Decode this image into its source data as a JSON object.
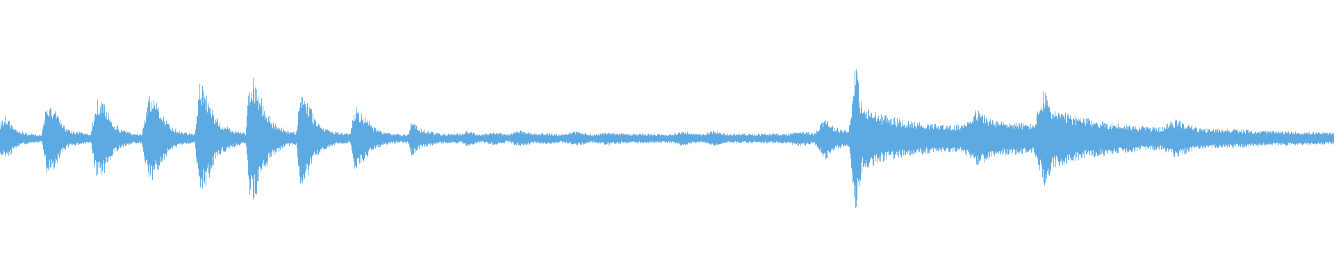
{
  "waveform": {
    "color": "#5DA9E2",
    "background": "#FFFFFF",
    "duration_fraction_points": [
      [
        0.0,
        0.2
      ],
      [
        0.004,
        0.28
      ],
      [
        0.01,
        0.15
      ],
      [
        0.016,
        0.08
      ],
      [
        0.026,
        0.05
      ],
      [
        0.031,
        0.05
      ],
      [
        0.035,
        0.45
      ],
      [
        0.04,
        0.4
      ],
      [
        0.046,
        0.18
      ],
      [
        0.052,
        0.1
      ],
      [
        0.06,
        0.08
      ],
      [
        0.068,
        0.06
      ],
      [
        0.072,
        0.5
      ],
      [
        0.078,
        0.42
      ],
      [
        0.084,
        0.22
      ],
      [
        0.09,
        0.12
      ],
      [
        0.1,
        0.06
      ],
      [
        0.106,
        0.06
      ],
      [
        0.111,
        0.55
      ],
      [
        0.116,
        0.48
      ],
      [
        0.122,
        0.28
      ],
      [
        0.128,
        0.15
      ],
      [
        0.136,
        0.08
      ],
      [
        0.146,
        0.06
      ],
      [
        0.149,
        0.72
      ],
      [
        0.154,
        0.6
      ],
      [
        0.16,
        0.32
      ],
      [
        0.166,
        0.18
      ],
      [
        0.176,
        0.1
      ],
      [
        0.184,
        0.07
      ],
      [
        0.187,
        0.8
      ],
      [
        0.192,
        0.68
      ],
      [
        0.198,
        0.4
      ],
      [
        0.204,
        0.22
      ],
      [
        0.214,
        0.1
      ],
      [
        0.222,
        0.08
      ],
      [
        0.225,
        0.6
      ],
      [
        0.23,
        0.48
      ],
      [
        0.236,
        0.26
      ],
      [
        0.242,
        0.14
      ],
      [
        0.252,
        0.08
      ],
      [
        0.262,
        0.06
      ],
      [
        0.266,
        0.4
      ],
      [
        0.272,
        0.3
      ],
      [
        0.28,
        0.14
      ],
      [
        0.288,
        0.08
      ],
      [
        0.3,
        0.05
      ],
      [
        0.306,
        0.06
      ],
      [
        0.308,
        0.22
      ],
      [
        0.315,
        0.12
      ],
      [
        0.33,
        0.06
      ],
      [
        0.346,
        0.06
      ],
      [
        0.35,
        0.1
      ],
      [
        0.36,
        0.05
      ],
      [
        0.37,
        0.08
      ],
      [
        0.38,
        0.05
      ],
      [
        0.39,
        0.1
      ],
      [
        0.4,
        0.06
      ],
      [
        0.41,
        0.07
      ],
      [
        0.42,
        0.05
      ],
      [
        0.432,
        0.09
      ],
      [
        0.445,
        0.05
      ],
      [
        0.455,
        0.08
      ],
      [
        0.47,
        0.06
      ],
      [
        0.485,
        0.06
      ],
      [
        0.5,
        0.05
      ],
      [
        0.512,
        0.09
      ],
      [
        0.525,
        0.05
      ],
      [
        0.533,
        0.1
      ],
      [
        0.545,
        0.06
      ],
      [
        0.56,
        0.06
      ],
      [
        0.575,
        0.06
      ],
      [
        0.59,
        0.06
      ],
      [
        0.6,
        0.1
      ],
      [
        0.61,
        0.06
      ],
      [
        0.618,
        0.28
      ],
      [
        0.625,
        0.14
      ],
      [
        0.636,
        0.1
      ],
      [
        0.641,
        0.95
      ],
      [
        0.646,
        0.4
      ],
      [
        0.66,
        0.3
      ],
      [
        0.68,
        0.22
      ],
      [
        0.7,
        0.18
      ],
      [
        0.72,
        0.16
      ],
      [
        0.732,
        0.36
      ],
      [
        0.745,
        0.22
      ],
      [
        0.76,
        0.2
      ],
      [
        0.775,
        0.18
      ],
      [
        0.782,
        0.6
      ],
      [
        0.79,
        0.35
      ],
      [
        0.81,
        0.26
      ],
      [
        0.83,
        0.2
      ],
      [
        0.85,
        0.16
      ],
      [
        0.87,
        0.14
      ],
      [
        0.882,
        0.24
      ],
      [
        0.9,
        0.12
      ],
      [
        0.92,
        0.12
      ],
      [
        0.94,
        0.1
      ],
      [
        0.96,
        0.09
      ],
      [
        0.98,
        0.08
      ],
      [
        1.0,
        0.07
      ]
    ]
  }
}
